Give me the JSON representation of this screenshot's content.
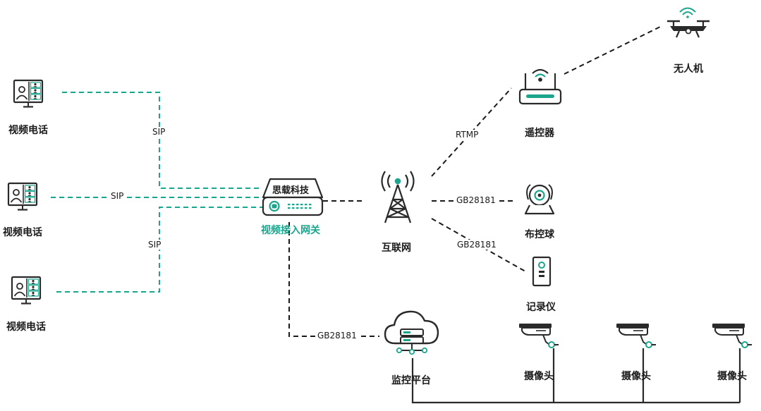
{
  "colors": {
    "accent": "#1ba58c",
    "link_dark": "#1a1a1a",
    "icon_dark": "#2a2a2a"
  },
  "nodes": {
    "phone_1": {
      "label": "视频电话",
      "icon": "video-phone-icon"
    },
    "phone_2": {
      "label": "视频电话",
      "icon": "video-phone-icon"
    },
    "phone_3": {
      "label": "视频电话",
      "icon": "video-phone-icon"
    },
    "gateway": {
      "label": "视频接入网关",
      "device_text": "思载科技",
      "icon": "gateway-device-icon"
    },
    "internet": {
      "label": "互联网",
      "icon": "transmission-tower-icon"
    },
    "remote": {
      "label": "遥控器",
      "icon": "wireless-router-icon"
    },
    "drone": {
      "label": "无人机",
      "icon": "drone-icon"
    },
    "ptz": {
      "label": "布控球",
      "icon": "ptz-dome-camera-icon"
    },
    "recorder": {
      "label": "记录仪",
      "icon": "body-camera-icon"
    },
    "platform": {
      "label": "监控平台",
      "icon": "cloud-server-icon"
    },
    "camera_1": {
      "label": "摄像头",
      "icon": "cctv-camera-icon"
    },
    "camera_2": {
      "label": "摄像头",
      "icon": "cctv-camera-icon"
    },
    "camera_3": {
      "label": "摄像头",
      "icon": "cctv-camera-icon"
    }
  },
  "edges": {
    "sip_top": "SIP",
    "sip_mid": "SIP",
    "sip_bottom": "SIP",
    "rtmp": "RTMP",
    "gb_ptz": "GB28181",
    "gb_recorder": "GB28181",
    "gb_platform": "GB28181"
  }
}
